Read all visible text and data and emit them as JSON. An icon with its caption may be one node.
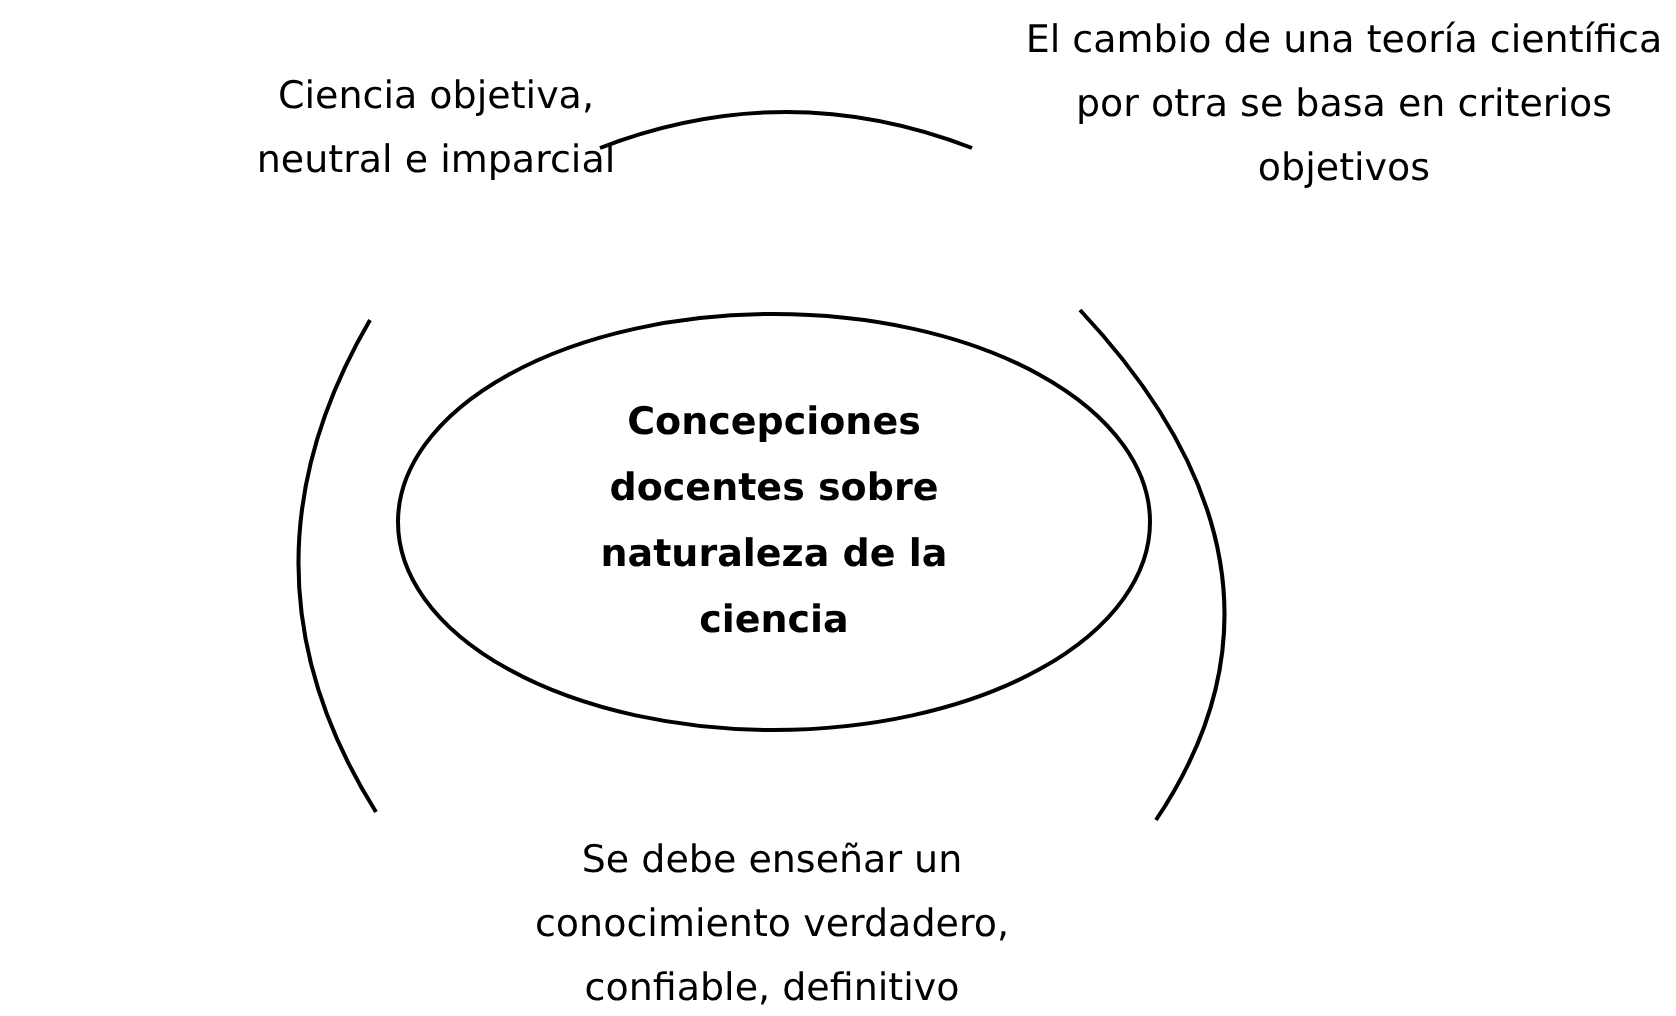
{
  "diagram": {
    "nodes": [
      {
        "text": [
          "Concepciones docentes sobre naturaleza de la ciencia"
        ]
      }
    ],
    "labels": [
      "Ciencia objetiva, neutral e imparcial",
      "El cambio de una teoría científica por otra se basa en criterios objetivos",
      "Se debe enseñar un conocimiento verdadero, confiable, definitivo"
    ]
  }
}
